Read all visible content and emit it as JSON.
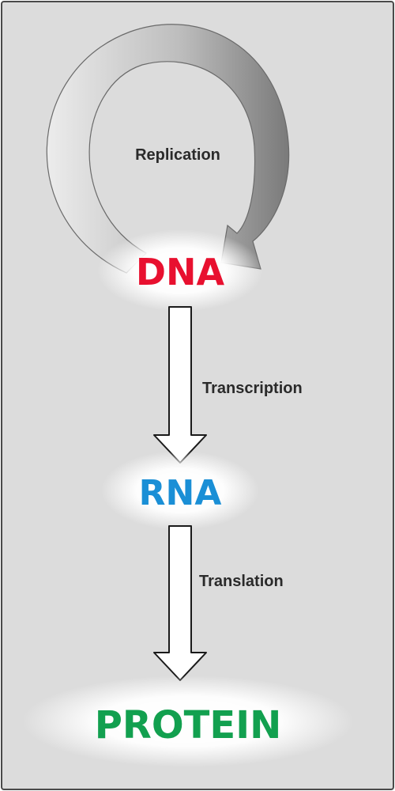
{
  "diagram": {
    "nodes": {
      "dna": {
        "label": "DNA",
        "color": "#e8102f"
      },
      "rna": {
        "label": "RNA",
        "color": "#1a8fd6"
      },
      "protein": {
        "label": "PROTEIN",
        "color": "#12a04f"
      }
    },
    "processes": {
      "replication": "Replication",
      "transcription": "Transcription",
      "translation": "Translation"
    },
    "colors": {
      "panel_background": "#dcdcdc",
      "panel_border": "#4a4a4a",
      "label_text": "#2a2a2a",
      "arrow_fill": "#ffffff",
      "arrow_outline": "#1a1a1a",
      "cycle_arrow_light": "#ececec",
      "cycle_arrow_dark": "#7a7a7a"
    }
  }
}
